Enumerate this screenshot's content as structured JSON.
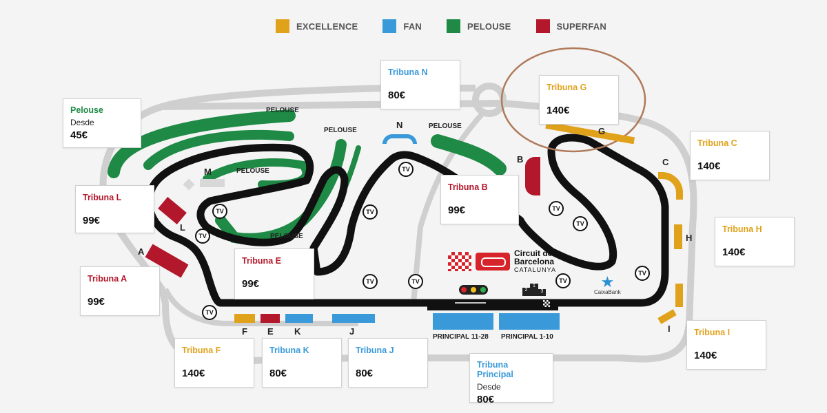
{
  "legend": [
    {
      "label": "EXCELLENCE",
      "color": "#e0a21b"
    },
    {
      "label": "FAN",
      "color": "#3a9ad9"
    },
    {
      "label": "PELOUSE",
      "color": "#1e8a45"
    },
    {
      "label": "SUPERFAN",
      "color": "#b2172b"
    }
  ],
  "cards": {
    "pelouse": {
      "title": "Pelouse",
      "desde": "Desde",
      "price": "45€"
    },
    "tribuna_n": {
      "title": "Tribuna N",
      "price": "80€"
    },
    "tribuna_g": {
      "title": "Tribuna G",
      "price": "140€"
    },
    "tribuna_c": {
      "title": "Tribuna C",
      "price": "140€"
    },
    "tribuna_h": {
      "title": "Tribuna H",
      "price": "140€"
    },
    "tribuna_i": {
      "title": "Tribuna I",
      "price": "140€"
    },
    "tribuna_l": {
      "title": "Tribuna L",
      "price": "99€"
    },
    "tribuna_a": {
      "title": "Tribuna A",
      "price": "99€"
    },
    "tribuna_b": {
      "title": "Tribuna B",
      "price": "99€"
    },
    "tribuna_e": {
      "title": "Tribuna E",
      "price": "99€"
    },
    "tribuna_f": {
      "title": "Tribuna F",
      "price": "140€"
    },
    "tribuna_k": {
      "title": "Tribuna K",
      "price": "80€"
    },
    "tribuna_j": {
      "title": "Tribuna J",
      "price": "80€"
    },
    "tribuna_principal": {
      "title": "Tribuna Principal",
      "desde": "Desde",
      "price": "80€"
    }
  },
  "map_labels": {
    "pelouse": "PELOUSE",
    "letters": {
      "a": "A",
      "b": "B",
      "c": "C",
      "e": "E",
      "f": "F",
      "g": "G",
      "h": "H",
      "i": "I",
      "j": "J",
      "k": "K",
      "l": "L",
      "m": "M",
      "n": "N"
    },
    "principal_11_28": "PRINCIPAL 11-28",
    "principal_1_10": "PRINCIPAL 1-10",
    "tv": "TV"
  },
  "logo": {
    "line1": "Circuit de",
    "line2": "Barcelona",
    "line3": "CATALUNYA"
  },
  "sponsor": {
    "name": "CaixaBank"
  },
  "podium": {
    "first": "1",
    "second": "2",
    "third": "3"
  }
}
